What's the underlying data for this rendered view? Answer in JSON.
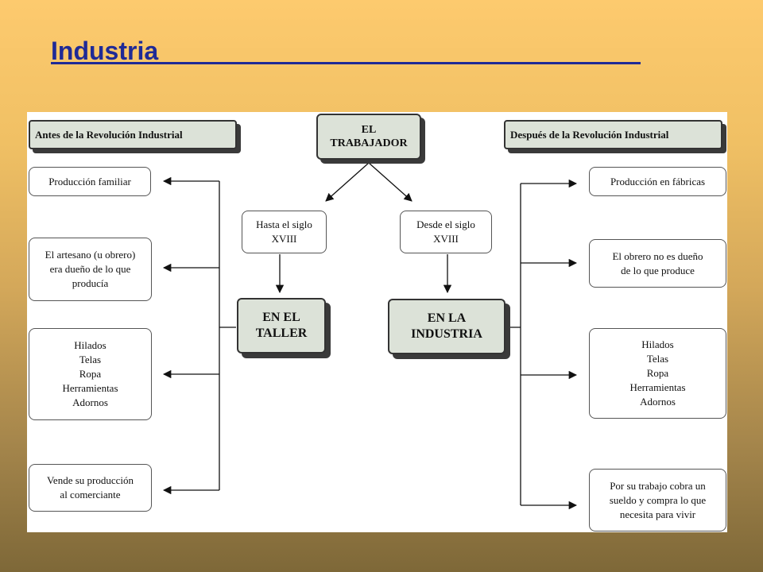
{
  "slide": {
    "title": "Industria"
  },
  "diagram": {
    "center": "EL\nTRABAJADOR",
    "left_header": "Antes de la Revolución Industrial",
    "right_header": "Después de la Revolución Industrial",
    "left_period": "Hasta el siglo\nXVIII",
    "right_period": "Desde el siglo\nXVIII",
    "left_place": "EN EL\nTALLER",
    "right_place": "EN LA\nINDUSTRIA",
    "left_items": [
      "Producción familiar",
      "El artesano (u obrero)\nera dueño de lo que\nproducía",
      "Hilados\nTelas\nRopa\nHerramientas\nAdornos",
      "Vende su producción\nal comerciante"
    ],
    "right_items": [
      "Producción en fábricas",
      "El obrero no es dueño\nde lo que produce",
      "Hilados\nTelas\nRopa\nHerramientas\nAdornos",
      "Por su trabajo cobra un\nsueldo y compra lo que\nnecesita para vivir"
    ]
  }
}
